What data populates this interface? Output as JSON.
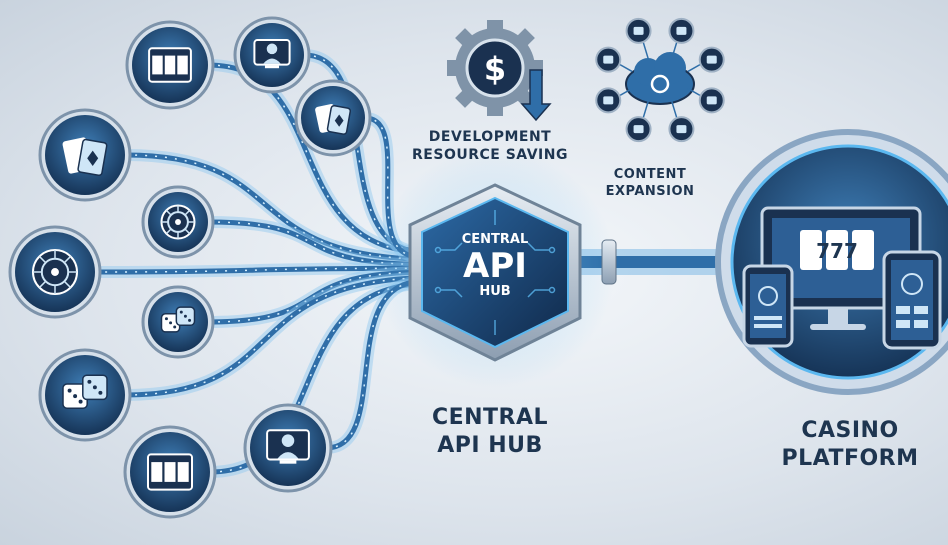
{
  "labels": {
    "dev_line1": "DEVELOPMENT",
    "dev_line2": "RESOURCE SAVING",
    "content_line1": "CONTENT",
    "content_line2": "EXPANSION",
    "hub_line1": "CENTRAL",
    "hub_line2": "API HUB",
    "casino_line1": "CASINO",
    "casino_line2": "PLATFORM"
  },
  "hub_badge": {
    "top": "CENTRAL",
    "middle": "API",
    "bottom": "HUB"
  },
  "currency_symbol": "$",
  "reel_text": "777",
  "game_nodes": [
    {
      "icon": "slot-machine-icon"
    },
    {
      "icon": "live-dealer-icon"
    },
    {
      "icon": "playing-cards-icon"
    },
    {
      "icon": "card-deck-icon"
    },
    {
      "icon": "roulette-wheel-icon"
    },
    {
      "icon": "roulette-icon"
    },
    {
      "icon": "dice-icon"
    },
    {
      "icon": "dice-pair-icon"
    },
    {
      "icon": "slot-reels-icon"
    },
    {
      "icon": "live-dealer-monitor-icon"
    }
  ],
  "content_icons": [
    "cards-icon",
    "gamepad-icon",
    "roulette-icon",
    "slot-icon",
    "monitor-icon",
    "dice-icon",
    "chip-icon",
    "tablet-icon"
  ],
  "colors": {
    "navy": "#1e3550",
    "blue": "#2f6ea8",
    "glow": "#5bb8f0",
    "ring": "#9fb1c4"
  }
}
